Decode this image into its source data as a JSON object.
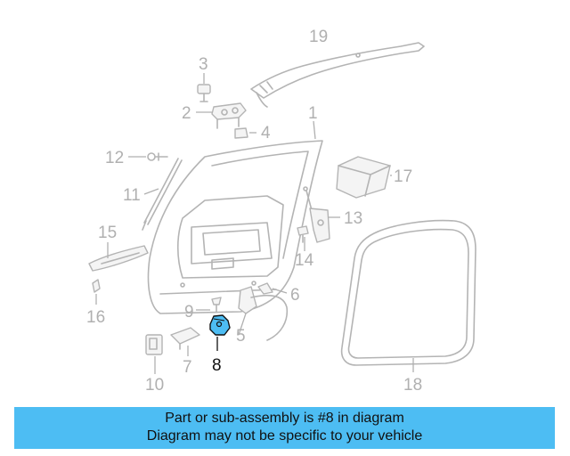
{
  "callouts": {
    "c1": "1",
    "c2": "2",
    "c3": "3",
    "c4": "4",
    "c5": "5",
    "c6": "6",
    "c7": "7",
    "c8": "8",
    "c9": "9",
    "c10": "10",
    "c11": "11",
    "c12": "12",
    "c13": "13",
    "c14": "14",
    "c15": "15",
    "c16": "16",
    "c17": "17",
    "c18": "18",
    "c19": "19"
  },
  "highlight": {
    "part_number": "8",
    "color": "#4dbdf3"
  },
  "banner": {
    "line1": "Part or sub-assembly is #8 in diagram",
    "line2": "Diagram may not be specific to your vehicle",
    "background": "#4dbdf3"
  }
}
